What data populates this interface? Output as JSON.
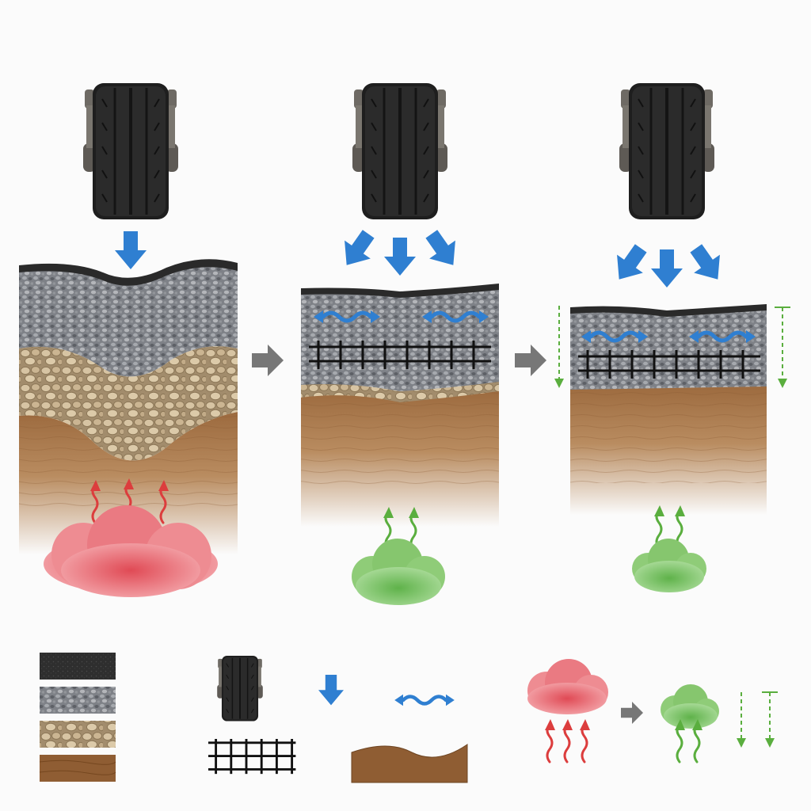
{
  "panels": [
    {
      "id": "unreinforced",
      "layers": [
        "asphalt",
        "base-aggregate",
        "subbase-aggregate",
        "subgrade"
      ],
      "geogrid": false,
      "emission": "high"
    },
    {
      "id": "geogrid-reinforced",
      "layers": [
        "asphalt",
        "base-aggregate",
        "subgrade"
      ],
      "geogrid": true,
      "emission": "low"
    },
    {
      "id": "geogrid-reduced-thickness",
      "layers": [
        "asphalt",
        "base-aggregate",
        "subgrade"
      ],
      "geogrid": true,
      "emission": "low",
      "thickness_marker": true
    }
  ],
  "legend": [
    "asphalt-swatch",
    "base-aggregate-swatch",
    "subbase-aggregate-swatch",
    "subgrade-swatch",
    "wheel",
    "load-arrow",
    "lateral-restraint-arrow",
    "geogrid",
    "deformation",
    "high-emission-cloud",
    "reduction-arrow",
    "low-emission-cloud",
    "thickness-markers"
  ],
  "colors": {
    "load": "#2f7fd1",
    "asphalt": "#2a2a2a",
    "aggregate": "#8e9196",
    "subbase": "#c6b08e",
    "subgrade": "#9c6a3e",
    "emission_high": "#e4646a",
    "emission_low": "#77bf5b",
    "arrow_high": "#dc3d3d",
    "arrow_low": "#5aae3e",
    "connector": "#777777",
    "marker": "#5aae3e"
  }
}
